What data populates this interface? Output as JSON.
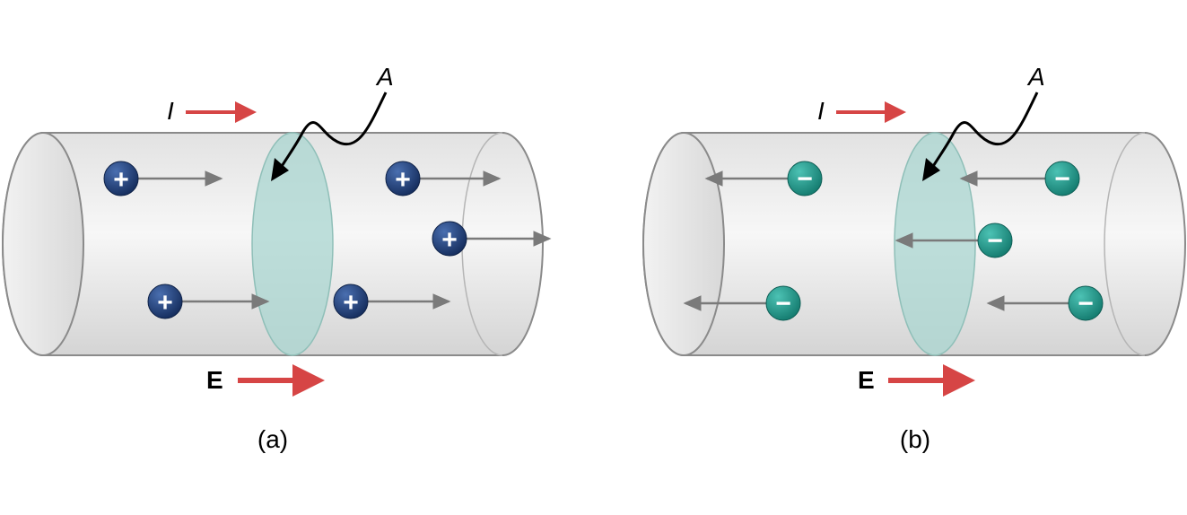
{
  "colors": {
    "current_arrow": "#d64545",
    "field_arrow": "#d64545",
    "velocity_arrow": "#7a7a7a",
    "positive_charge": "#1f3f7a",
    "negative_charge": "#1e9a8c",
    "cross_section": "#a9d6d0",
    "cylinder_body": "#e6e6e6",
    "cylinder_outline": "#8a8a8a"
  },
  "panels": [
    {
      "caption": "(a)",
      "current_label": "I",
      "area_label": "A",
      "field_label": "E",
      "charge_sign": "+",
      "charge_type": "positive",
      "velocity_direction": "right"
    },
    {
      "caption": "(b)",
      "current_label": "I",
      "area_label": "A",
      "field_label": "E",
      "charge_sign": "−",
      "charge_type": "negative",
      "velocity_direction": "left"
    }
  ]
}
